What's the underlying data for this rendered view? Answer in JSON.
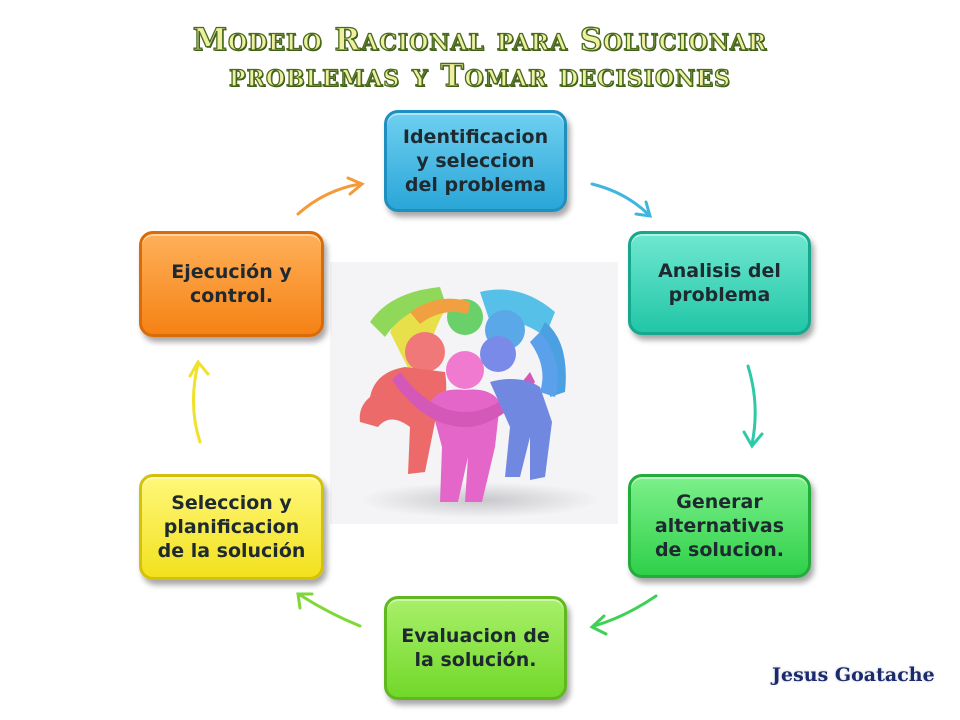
{
  "title": {
    "line1": "Modelo Racional para Solucionar",
    "line2": "problemas y  Tomar decisiones"
  },
  "cycle": {
    "steps": [
      {
        "label": "Identificacion\ny seleccion\ndel problema",
        "color": "#2aa6d8"
      },
      {
        "label": "Analisis del\nproblema",
        "color": "#22c6a8"
      },
      {
        "label": "Generar\nalternativas\nde solucion.",
        "color": "#2fd04a"
      },
      {
        "label": "Evaluacion de\nla solución.",
        "color": "#72d82a"
      },
      {
        "label": "Seleccion y\nplanificacion\nde la solución",
        "color": "#f2e11e"
      },
      {
        "label": "Ejecución y\ncontrol.",
        "color": "#f58214"
      }
    ],
    "center_image": "teamwork-figures-in-circle"
  },
  "author": "Jesus Goatache"
}
